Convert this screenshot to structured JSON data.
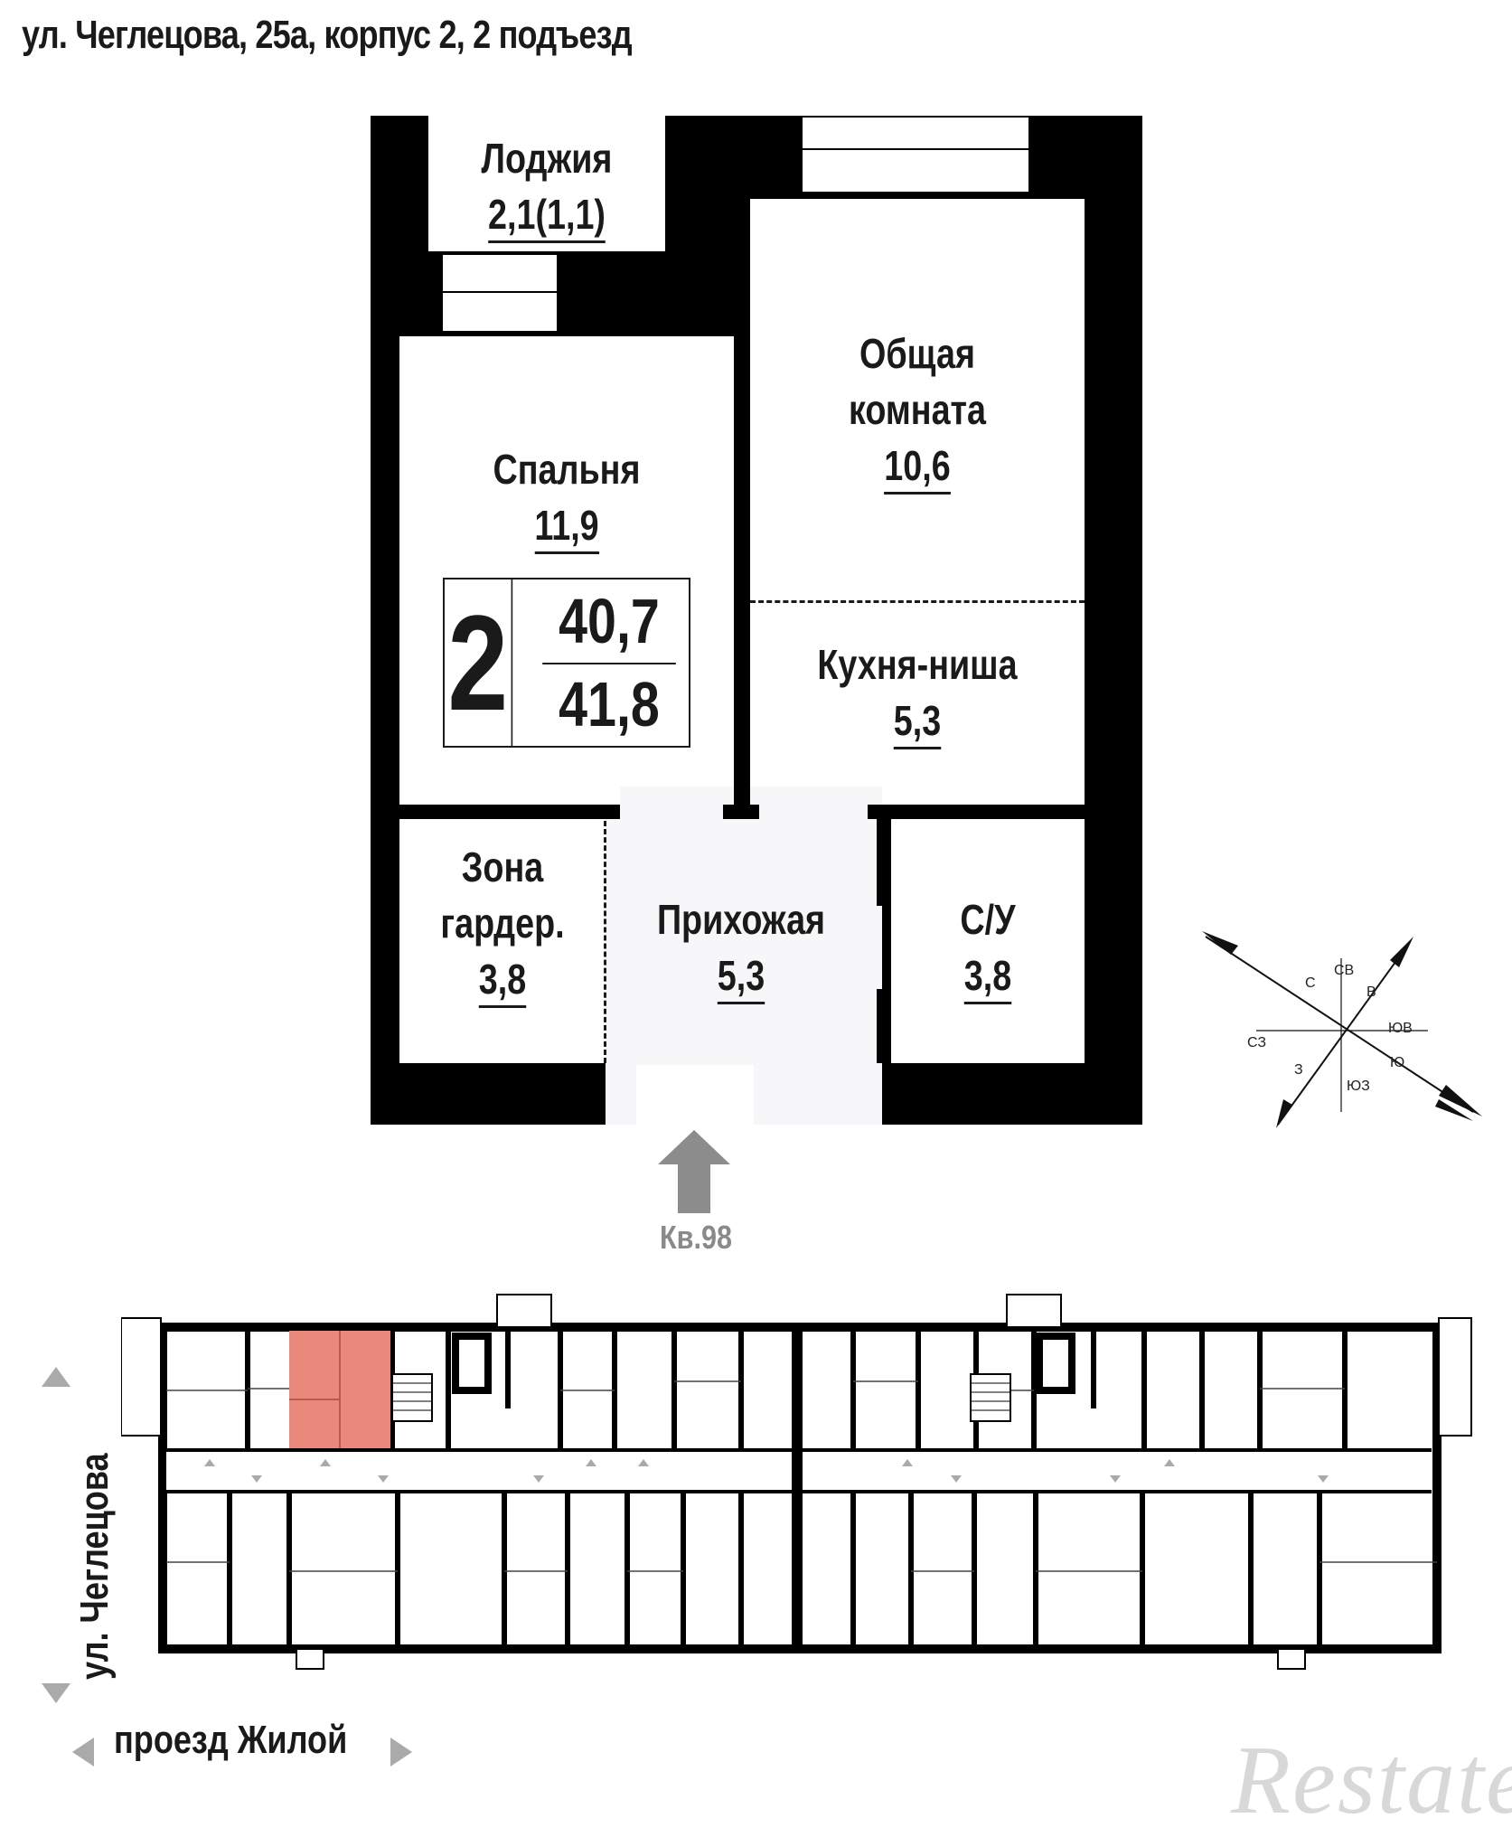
{
  "header": {
    "address": "ул. Чеглецова, 25а, корпус 2, 2 подъезд"
  },
  "apartment": {
    "rooms_count": "2",
    "living_area": "40,7",
    "total_area": "41,8",
    "number_label": "Кв.98"
  },
  "rooms": {
    "loggia": {
      "name": "Лоджия",
      "area": "2,1(1,1)"
    },
    "bedroom": {
      "name": "Спальня",
      "area": "11,9"
    },
    "living": {
      "name_line1": "Общая",
      "name_line2": "комната",
      "area": "10,6"
    },
    "kitchen": {
      "name": "Кухня-ниша",
      "area": "5,3"
    },
    "wardrobe": {
      "name_line1": "Зона",
      "name_line2": "гардер.",
      "area": "3,8"
    },
    "hall": {
      "name": "Прихожая",
      "area": "5,3"
    },
    "bath": {
      "name": "С/У",
      "area": "3,8"
    }
  },
  "compass": {
    "labels": {
      "n": "С",
      "ne": "СВ",
      "e": "В",
      "se": "ЮВ",
      "s": "Ю",
      "sw": "ЮЗ",
      "w": "З",
      "nw": "СЗ"
    }
  },
  "floorplan": {
    "street_vertical": "ул. Чеглецова",
    "street_horizontal": "проезд Жилой",
    "highlight_color": "#e9897c"
  },
  "watermark": "Restate",
  "colors": {
    "wall": "#000000",
    "entry_arrow": "#8c8c8c",
    "text": "#1a1a1a"
  }
}
